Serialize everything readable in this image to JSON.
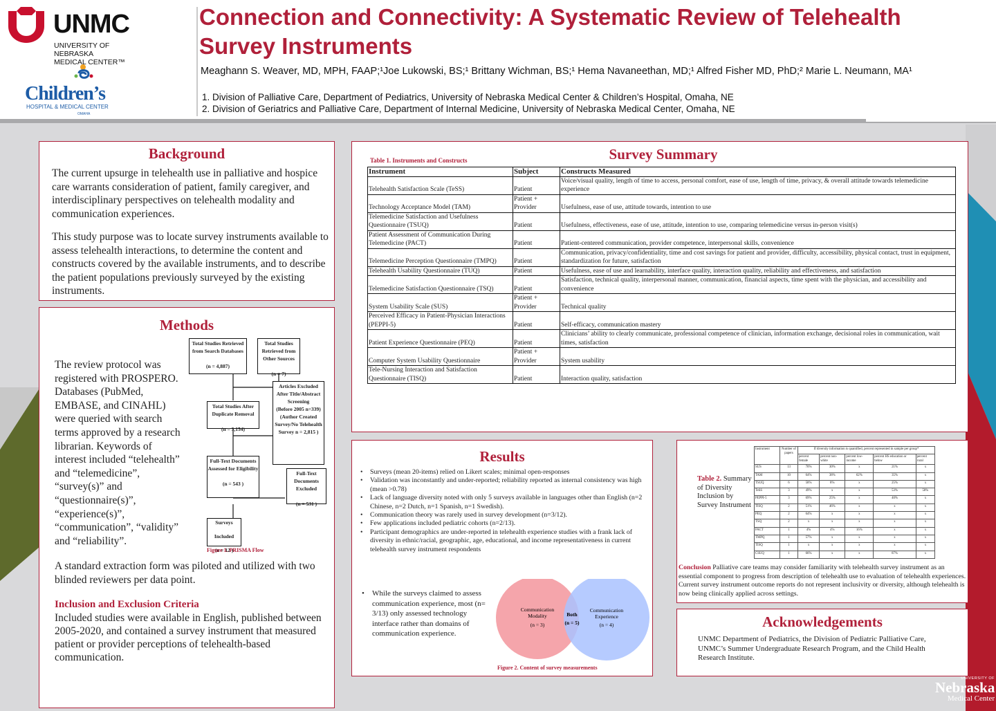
{
  "header": {
    "unmc_logo": {
      "wordmark": "UNMC",
      "line1": "UNIVERSITY OF NEBRASKA",
      "line2": "MEDICAL CENTER™"
    },
    "childrens_logo": {
      "wordmark": "Children’s",
      "line1": "HOSPITAL & MEDICAL CENTER",
      "line2": "OMAHA"
    },
    "title": "Connection and Connectivity: A Systematic Review of Telehealth Survey Instruments",
    "authors": "Meaghann S. Weaver, MD, MPH, FAAP;¹Joe Lukowski, BS;¹ Brittany Wichman, BS;¹ Hema Navaneethan, MD;¹ Alfred Fisher MD, PhD;² Marie L. Neumann, MA¹",
    "affiliations": [
      "1.  Division of Palliative Care, Department of Pediatrics, University of Nebraska Medical Center & Children’s Hospital, Omaha, NE",
      "2.  Division of Geriatrics and Palliative Care, Department of Internal Medicine, University of Nebraska Medical Center, Omaha, NE"
    ]
  },
  "background": {
    "title": "Background",
    "p1": "The current upsurge in telehealth use in palliative and hospice care warrants consideration of patient, family caregiver, and interdisciplinary perspectives on telehealth modality and communication experiences.",
    "p2": "This study purpose was to  locate survey instruments available to assess telehealth interactions, to determine the content and constructs covered by the available instruments, and to describe the patient populations previously surveyed by the existing instruments."
  },
  "methods": {
    "title": "Methods",
    "p1": "The review  protocol was registered with PROSPERO. Databases (PubMed, EMBASE, and CINAHL) were queried with search terms approved by a research librarian. Keywords of interest included “telehealth” and “telemedicine”, “survey(s)” and “questionnaire(s)”, “experience(s)”, “communication”, “validity” and “reliability”.",
    "p2": "A standard extraction form was piloted and utilized with two blinded reviewers per data point.",
    "criteria_title": "Inclusion and Exclusion Criteria",
    "criteria_text": "Included studies were available in English, published between 2005-2020, and contained a survey instrument that measured patient or provider perceptions of telehealth-based communication.",
    "prisma": {
      "box1": "Total Studies Retrieved from Search Databases\n\n(n = 4,887)",
      "box2": "Total Studies Retrieved from Other Sources\n\n(n = 7)",
      "box3": "Total Studies After Duplicate Removal\n\n(n = 3,154)",
      "box4": "Articles Excluded After Title/Abstract Screening\n(Before 2005 n=339)\n(Author Created Survey/No Telehealth Survey n = 2,815 )",
      "box5": "Full-Text Documents Assessed for Eligibility\n\n(n = 543 )",
      "box6": "Full-Text Documents Excluded\n\n(n = 531 )",
      "box7": "Surveys\n\nIncluded\n\n(n = 12 )",
      "caption": "Figure 1. PRISMA Flow"
    }
  },
  "survey_summary": {
    "title": "Survey Summary",
    "table_caption": "Table 1. Instruments and Constructs",
    "headers": [
      "Instrument",
      "Subject",
      "Constructs Measured"
    ],
    "rows": [
      [
        "Telehealth Satisfaction Scale (TeSS)",
        "Patient",
        "Voice/visual quality, length of time to access, personal comfort, ease of use, length of time, privacy, & overall attitude towards telemedicine experience"
      ],
      [
        "Technology Acceptance Model (TAM)",
        "Patient + Provider",
        "Usefulness, ease of use, attitude towards, intention to use"
      ],
      [
        "Telemedicine Satisfaction and Usefulness Questionnaire (TSUQ)",
        "Patient",
        "Usefulness, effectiveness, ease of use, attitude, intention to use, comparing telemedicine versus in-person visit(s)"
      ],
      [
        "Patient Assessment of Communication During Telemedicine (PACT)",
        "Patient",
        "Patient-centered communication, provider competence, interpersonal skills, convenience"
      ],
      [
        "Telemedicine Perception Questionnaire (TMPQ)",
        "Patient",
        "Communication, privacy/confidentiality, time and cost savings for patient and provider, difficulty, accessibility, physical contact, trust in equipment, standardization for future, satisfaction"
      ],
      [
        "Telehealth Usability Questionnaire (TUQ)",
        "Patient",
        "Usefulness, ease of use and learnability, interface quality, interaction quality, reliability and effectiveness, and satisfaction"
      ],
      [
        "Telemedicine Satisfaction Questionnaire (TSQ)",
        "Patient",
        "Satisfaction, technical quality, interpersonal manner, communication, financial aspects, time spent with the physician, and accessibility and convenience"
      ],
      [
        "System Usability Scale (SUS)",
        "Patient + Provider",
        "Technical quality"
      ],
      [
        "Perceived Efficacy in Patient-Physician Interactions (PEPPI-5)",
        "Patient",
        "Self-efficacy, communication mastery"
      ],
      [
        "Patient Experience Questionnaire (PEQ)",
        "Patient",
        "Clinicians’ ability to clearly communicate, professional competence of clinician, information exchange, decisional roles in communication, wait times, satisfaction"
      ],
      [
        "Computer System Usability Questionnaire",
        "Patient + Provider",
        "System usability"
      ],
      [
        "Tele-Nursing Interaction and Satisfaction Questionnaire (TISQ)",
        "Patient",
        "Interaction quality, satisfaction"
      ]
    ]
  },
  "results": {
    "title": "Results",
    "bullets": [
      "Surveys (mean 20-items) relied on Likert scales; minimal open-responses",
      "Validation was inconstantly and under-reported; reliability reported as internal consistency was high (mean >0.78)",
      "Lack of language diversity noted with only 5 surveys available in languages other than English (n=2 Chinese, n=2 Dutch, n=1 Spanish, n=1 Swedish).",
      "Communication theory was rarely used in survey development (n=3/12).",
      "Few applications included pediatric cohorts (n=2/13).",
      "Participant demographics are under-reported in telehealth experience studies with a frank lack of diversity in ethnic/racial, geographic, age, educational, and income representativeness in current telehealth survey instrument respondents"
    ],
    "venn_bullet": "While the surveys claimed to assess communication experience, most  (n= 3/13) only assessed technology interface rather than domains of communication experience.",
    "venn": {
      "left_label": "Communication Modality",
      "left_n": "(n = 3)",
      "both_label": "Both",
      "both_n": "(n = 5)",
      "right_label": "Communication Experience",
      "right_n": "(n = 4)",
      "left_color": "#f4a0a6",
      "right_color": "#a9c2ff",
      "caption": "Figure 2. Content of survey measurements"
    }
  },
  "diversity": {
    "caption_bold": "Table 2.",
    "caption_text": "Summary of Diversity Inclusion by Survey Instrument",
    "header_top": [
      "Instrument",
      "Number of papers",
      "If diversity information is quantified, percent represented in sample per group*"
    ],
    "header_sub": [
      "percent female",
      "percent non-white",
      "percent low-income",
      "percent HS education or below",
      "percent rural"
    ],
    "rows": [
      [
        "SUS",
        "13",
        "70%",
        "30%",
        "x",
        "21%",
        "x"
      ],
      [
        "TAM",
        "10",
        "64%",
        "38%",
        "62%",
        "35%",
        "x"
      ],
      [
        "TSUQ",
        "6",
        "58%",
        "8%",
        "x",
        "25%",
        "x"
      ],
      [
        "TeSS",
        "3",
        "49%",
        "x",
        "x",
        "53%",
        "58%"
      ],
      [
        "PEPPI-5",
        "3",
        "69%",
        "25%",
        "x",
        "40%",
        "x"
      ],
      [
        "TISQ",
        "2",
        "51%",
        "46%",
        "x",
        "x",
        "x"
      ],
      [
        "PEQ",
        "2",
        "64%",
        "x",
        "x",
        "x",
        "x"
      ],
      [
        "TSQ",
        "2",
        "x",
        "x",
        "x",
        "x",
        "x"
      ],
      [
        "PACT",
        "1",
        "4%",
        "4%",
        "16%",
        "x",
        "x"
      ],
      [
        "TMPQ",
        "1",
        "57%",
        "x",
        "x",
        "x",
        "x"
      ],
      [
        "TISQ",
        "1",
        "x",
        "x",
        "x",
        "x",
        "x"
      ],
      [
        "CSUQ",
        "1",
        "66%",
        "x",
        "x",
        "87%",
        "x"
      ]
    ],
    "conclusion_label": "Conclusion",
    "conclusion_text": " Palliative care teams may consider familiarity with telehealth survey instrument as an essential component to progress from description of telehealth use to evaluation of telehealth experiences. Current survey instrument outcome reports do not represent inclusivity or diversity, although telehealth is now being clinically applied across settings."
  },
  "acknowledgements": {
    "title": "Acknowledgements",
    "text": "UNMC Department of Pediatrics, the Division of Pediatric Palliative Care, UNMC’s Summer Undergraduate Research Program, and the Child Health Research Institute."
  },
  "footer_logo": {
    "line1": "UNIVERSITY OF",
    "line2": "Nebraska",
    "line3": "Medical Center"
  },
  "colors": {
    "accent": "#b0203a",
    "teal": "#1f8fb4",
    "olive": "#5e6a2c",
    "red": "#b31b2c"
  }
}
